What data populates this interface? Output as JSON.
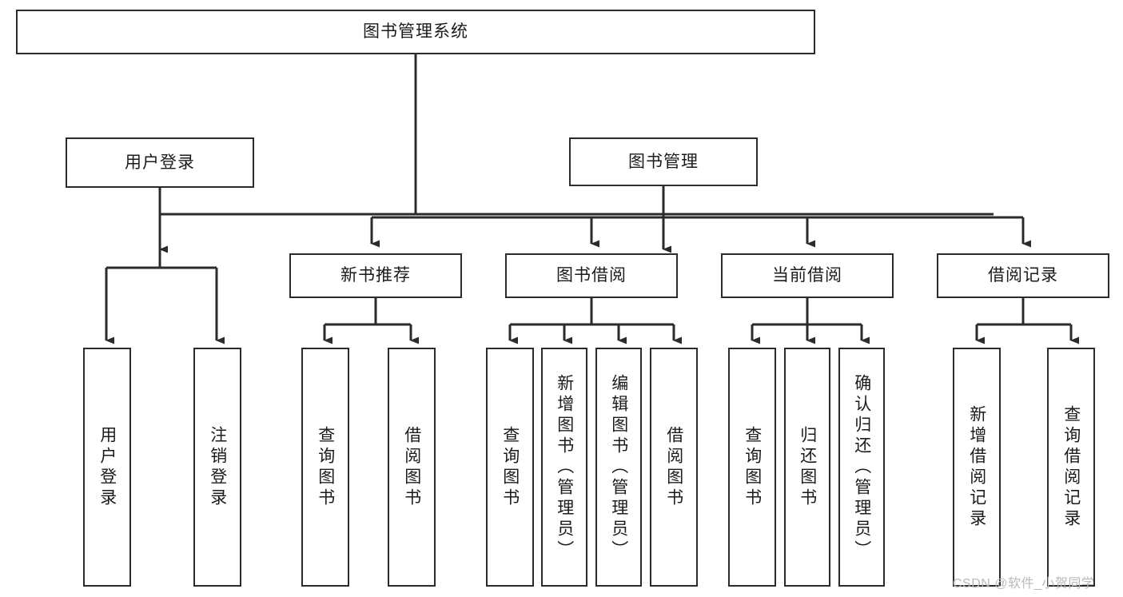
{
  "diagram": {
    "title": "图书管理系统",
    "type": "hierarchy-tree",
    "orientation": "top-down",
    "colors": {
      "box_border": "#2b2b2b",
      "box_fill": "#ffffff",
      "connector": "#2b2b2b",
      "text": "#1b1b1b",
      "background": "#ffffff",
      "watermark": "#b9b9b9"
    },
    "watermark": "CSDN @软件_小贺同学"
  },
  "nodes": {
    "root": {
      "label": "图书管理系统",
      "level": 1,
      "orientation": "horizontal"
    },
    "l2": [
      {
        "id": "user-login",
        "label": "用户登录",
        "level": 2,
        "orientation": "horizontal"
      },
      {
        "id": "book-manage",
        "label": "图书管理",
        "level": 2,
        "orientation": "horizontal"
      }
    ],
    "l3": [
      {
        "id": "new-book-rec",
        "label": "新书推荐",
        "level": 3,
        "orientation": "horizontal"
      },
      {
        "id": "book-borrow",
        "label": "图书借阅",
        "level": 3,
        "orientation": "horizontal"
      },
      {
        "id": "current-borrow",
        "label": "当前借阅",
        "level": 3,
        "orientation": "horizontal"
      },
      {
        "id": "borrow-record",
        "label": "借阅记录",
        "level": 3,
        "orientation": "horizontal"
      }
    ],
    "leaves": {
      "user_login": [
        {
          "id": "leaf-user-login",
          "label": "用户登录"
        },
        {
          "id": "leaf-logout-login",
          "label": "注销登录"
        }
      ],
      "new_book_rec": [
        {
          "id": "leaf-query-book-1",
          "label": "查询图书"
        },
        {
          "id": "leaf-borrow-book-1",
          "label": "借阅图书"
        }
      ],
      "book_borrow": [
        {
          "id": "leaf-query-book-2",
          "label": "查询图书"
        },
        {
          "id": "leaf-add-book-admin",
          "label": "新增图书（管理员）"
        },
        {
          "id": "leaf-edit-book-admin",
          "label": "编辑图书（管理员）"
        },
        {
          "id": "leaf-borrow-book-2",
          "label": "借阅图书"
        }
      ],
      "current_borrow": [
        {
          "id": "leaf-query-book-3",
          "label": "查询图书"
        },
        {
          "id": "leaf-return-book",
          "label": "归还图书"
        },
        {
          "id": "leaf-confirm-return-admin",
          "label": "确认归还（管理员）"
        }
      ],
      "borrow_record": [
        {
          "id": "leaf-add-borrow-record",
          "label": "新增借阅记录"
        },
        {
          "id": "leaf-query-borrow-record",
          "label": "查询借阅记录"
        }
      ]
    }
  }
}
